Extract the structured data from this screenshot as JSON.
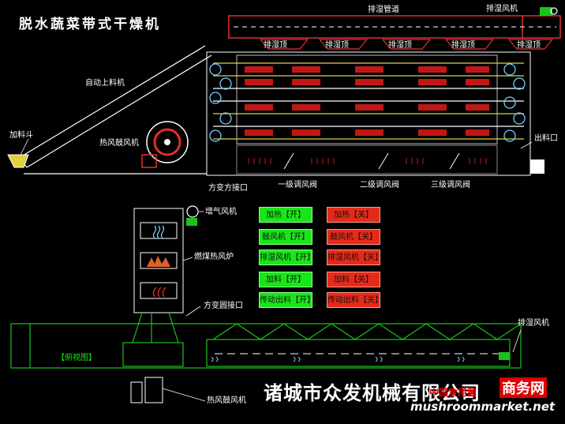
{
  "title": "脱水蔬菜带式干燥机",
  "labels": {
    "dehumid_pipe": "排湿管道",
    "dehumid_fan_top": "排湿风机",
    "dehumid_top": "排湿顶",
    "auto_feeder": "自动上料机",
    "hopper": "加料斗",
    "hot_blower_top": "热风鼓风机",
    "outlet": "出料口",
    "square_joint_top": "方变方接口",
    "valve_1": "一级调风阀",
    "valve_2": "二级调风阀",
    "valve_3": "三级调风阀",
    "induced_fan": "增气风机",
    "coal_furnace": "燃煤热风炉",
    "square_round_joint": "方变圆接口",
    "top_view": "【俯视图】",
    "dehumid_fan_bottom": "排湿风机",
    "hot_blower_bottom": "热风鼓风机"
  },
  "buttons": {
    "on": [
      "加热【开】",
      "鼓风机【开】",
      "排湿风机【开】",
      "加料【开】",
      "传动出料【开】"
    ],
    "off": [
      "加热【关】",
      "鼓风机【关】",
      "排湿风机【关】",
      "加料【关】",
      "传动出料【关】"
    ]
  },
  "watermark": {
    "company": "诸城市众发机械有限公司",
    "site_cn": "中国食用菌",
    "site_biz": "商务网",
    "url": "mushroommarket.net"
  }
}
